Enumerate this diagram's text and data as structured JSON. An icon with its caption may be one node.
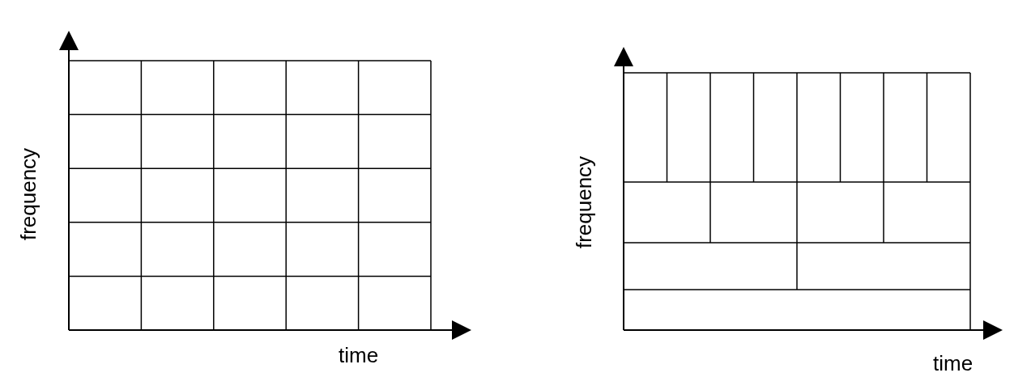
{
  "diagram": {
    "labels": [
      "frequency",
      "time",
      "frequency",
      "time"
    ]
  }
}
